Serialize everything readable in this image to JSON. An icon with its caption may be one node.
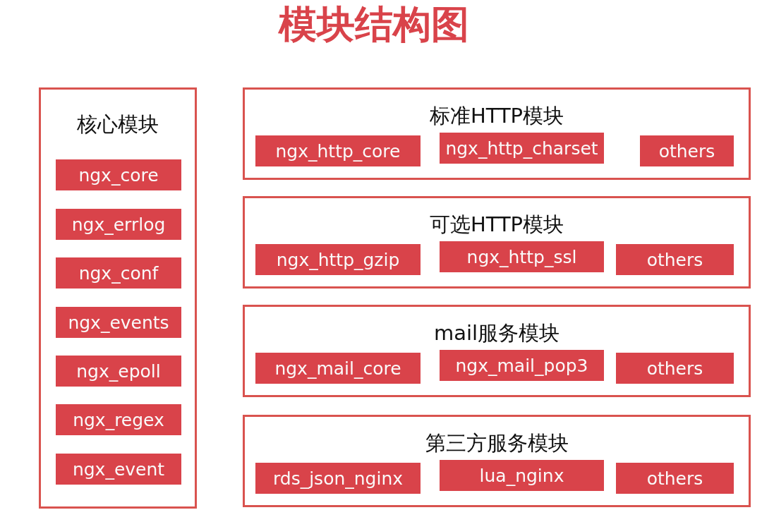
{
  "diagram": {
    "title": "模块结构图",
    "nodes": [
      {
        "text": [
          "核心模块"
        ]
      },
      {
        "text": [
          "ngx_core"
        ],
        "in": 0
      },
      {
        "text": [
          "ngx_errlog"
        ],
        "in": 0
      },
      {
        "text": [
          "ngx_conf"
        ],
        "in": 0
      },
      {
        "text": [
          "ngx_events"
        ],
        "in": 0
      },
      {
        "text": [
          "ngx_epoll"
        ],
        "in": 0
      },
      {
        "text": [
          "ngx_regex"
        ],
        "in": 0
      },
      {
        "text": [
          "ngx_event"
        ],
        "in": 0
      },
      {
        "text": [
          "标准HTTP模块"
        ]
      },
      {
        "text": [
          "ngx_http_core"
        ],
        "in": 8
      },
      {
        "text": [
          "ngx_http_charset"
        ],
        "in": 8
      },
      {
        "text": [
          "others"
        ],
        "in": 8
      },
      {
        "text": [
          "可选HTTP模块"
        ]
      },
      {
        "text": [
          "ngx_http_gzip"
        ],
        "in": 12
      },
      {
        "text": [
          "ngx_http_ssl"
        ],
        "in": 12
      },
      {
        "text": [
          "others"
        ],
        "in": 12
      },
      {
        "text": [
          "mail服务模块"
        ]
      },
      {
        "text": [
          "ngx_mail_core"
        ],
        "in": 16
      },
      {
        "text": [
          "ngx_mail_pop3"
        ],
        "in": 16
      },
      {
        "text": [
          "others"
        ],
        "in": 16
      },
      {
        "text": [
          "第三方服务模块"
        ]
      },
      {
        "text": [
          "rds_json_nginx"
        ],
        "in": 20
      },
      {
        "text": [
          "lua_nginx"
        ],
        "in": 20
      },
      {
        "text": [
          "others"
        ],
        "in": 20
      }
    ]
  }
}
